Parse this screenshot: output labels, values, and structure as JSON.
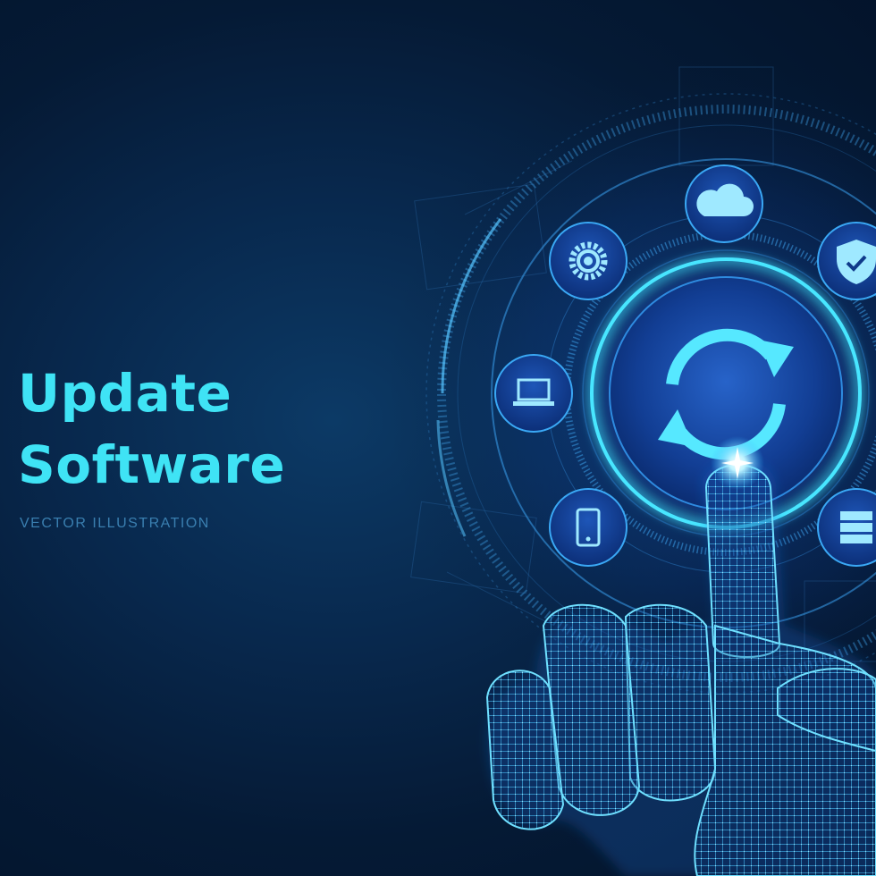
{
  "headline": {
    "line1": "Update",
    "line2": "Software"
  },
  "subheadline": "VECTOR ILLUSTRATION",
  "colors": {
    "background": "#061a33",
    "headline": "#3fe3f5",
    "subheadline": "#3a7fb0",
    "glow": "#2fb8ff"
  },
  "icons": {
    "center": "refresh-icon",
    "orbit": [
      "gear-icon",
      "cloud-icon",
      "shield-check-icon",
      "laptop-icon",
      "smartphone-icon",
      "server-icon"
    ],
    "hand": "wireframe-hand-icon"
  }
}
